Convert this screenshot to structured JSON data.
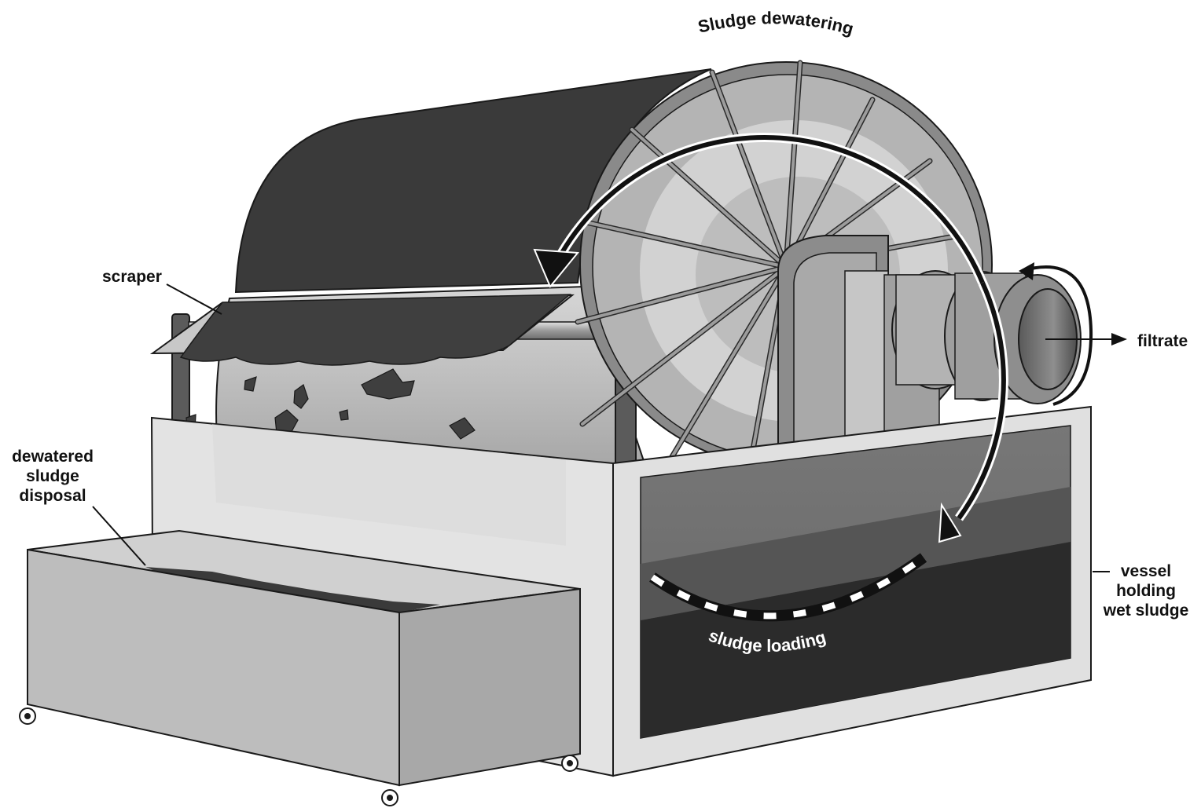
{
  "labels": {
    "dewatering": "Sludge dewatering",
    "scraper": "scraper",
    "filtrate": "filtrate",
    "disposal": [
      "dewatered",
      "sludge",
      "disposal"
    ],
    "vessel": [
      "vessel",
      "holding",
      "wet sludge"
    ],
    "loading": "sludge loading"
  },
  "colors": {
    "drum": "#3a3a3a",
    "sludge": "#3f3f3f",
    "disc": "#b4b4b4",
    "frame": "#e3e3e3",
    "bin": "#bdbdbd",
    "wet_sludge": "#2b2b2b",
    "outline": "#1a1a1a"
  }
}
